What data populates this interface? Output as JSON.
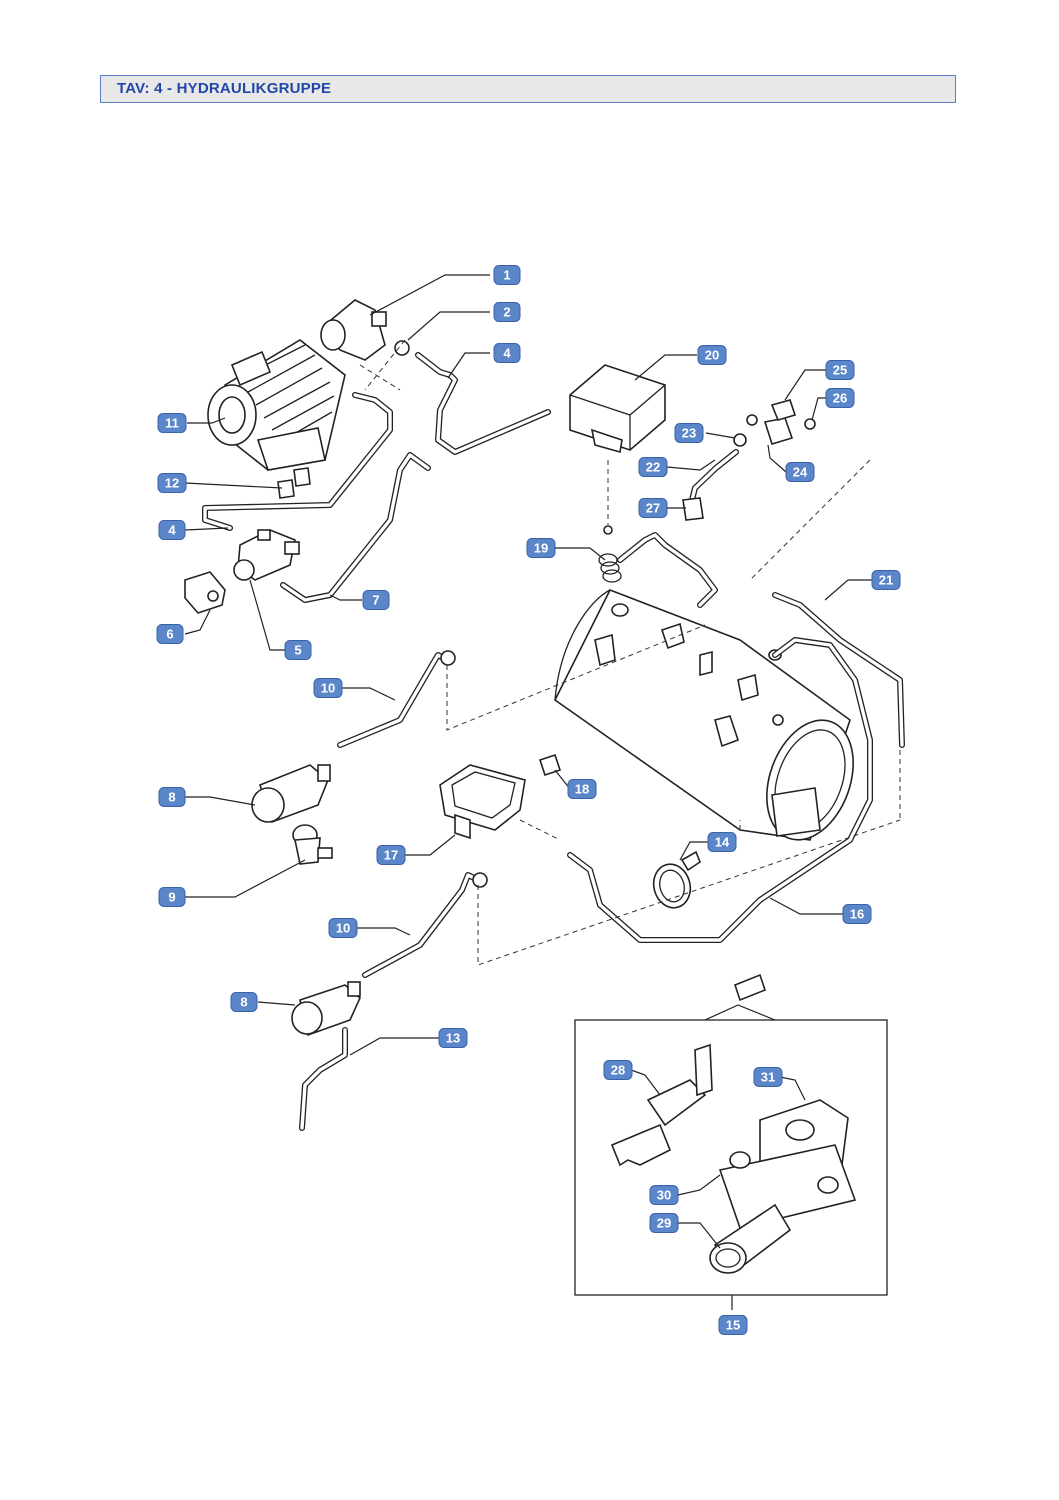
{
  "header": {
    "title": "TAV: 4 - HYDRAULIKGRUPPE"
  },
  "colors": {
    "badge": "#5b86c9",
    "badge_border": "#3a62a8",
    "line": "#222222",
    "header_border": "#5b7fc6",
    "header_fill": "#e8e8e8",
    "title": "#2147a8"
  },
  "callouts": [
    {
      "id": "c1",
      "label": "1"
    },
    {
      "id": "c2",
      "label": "2"
    },
    {
      "id": "c4a",
      "label": "4"
    },
    {
      "id": "c20",
      "label": "20"
    },
    {
      "id": "c25",
      "label": "25"
    },
    {
      "id": "c26",
      "label": "26"
    },
    {
      "id": "c11",
      "label": "11"
    },
    {
      "id": "c23",
      "label": "23"
    },
    {
      "id": "c24",
      "label": "24"
    },
    {
      "id": "c22",
      "label": "22"
    },
    {
      "id": "c12",
      "label": "12"
    },
    {
      "id": "c27",
      "label": "27"
    },
    {
      "id": "c4b",
      "label": "4"
    },
    {
      "id": "c19",
      "label": "19"
    },
    {
      "id": "c21",
      "label": "21"
    },
    {
      "id": "c7",
      "label": "7"
    },
    {
      "id": "c6",
      "label": "6"
    },
    {
      "id": "c5",
      "label": "5"
    },
    {
      "id": "c10a",
      "label": "10"
    },
    {
      "id": "c18",
      "label": "18"
    },
    {
      "id": "c8a",
      "label": "8"
    },
    {
      "id": "c14",
      "label": "14"
    },
    {
      "id": "c17",
      "label": "17"
    },
    {
      "id": "c9",
      "label": "9"
    },
    {
      "id": "c16",
      "label": "16"
    },
    {
      "id": "c10b",
      "label": "10"
    },
    {
      "id": "c8b",
      "label": "8"
    },
    {
      "id": "c13",
      "label": "13"
    },
    {
      "id": "c28",
      "label": "28"
    },
    {
      "id": "c31",
      "label": "31"
    },
    {
      "id": "c30",
      "label": "30"
    },
    {
      "id": "c29",
      "label": "29"
    },
    {
      "id": "c15",
      "label": "15"
    }
  ]
}
